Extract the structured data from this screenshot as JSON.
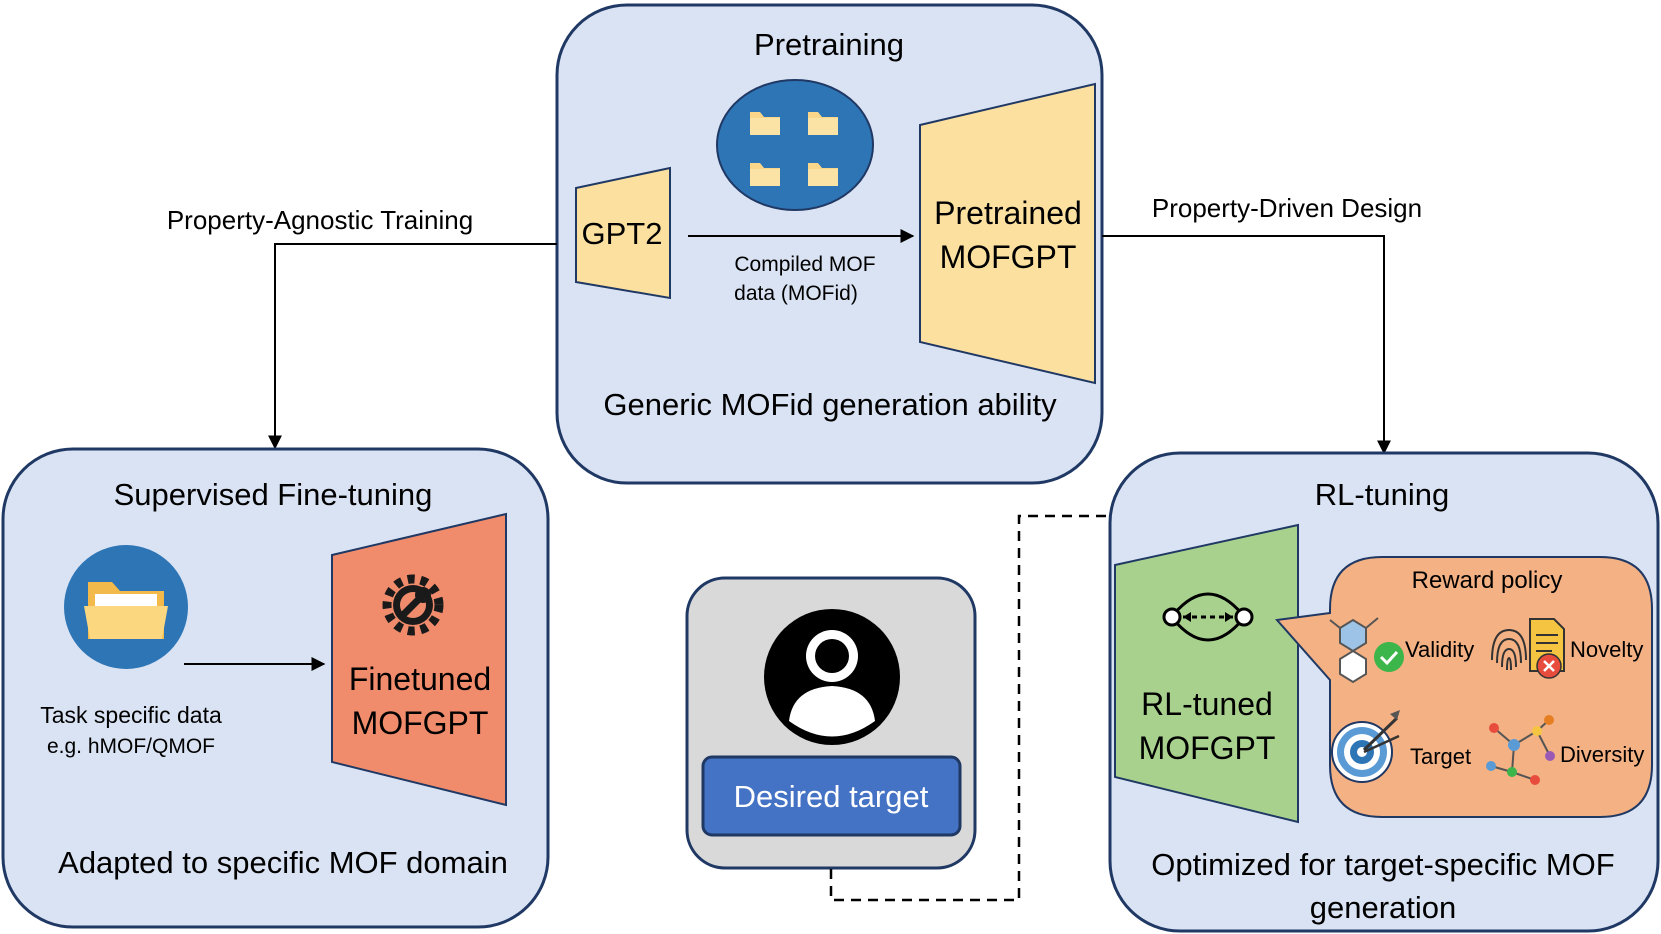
{
  "pretraining": {
    "title": "Pretraining",
    "model_in": "GPT2",
    "arrow_label_1": "Compiled MOF",
    "arrow_label_2": "data (MOFid)",
    "model_out_1": "Pretrained",
    "model_out_2": "MOFGPT",
    "caption": "Generic MOFid generation ability"
  },
  "flows": {
    "left_label": "Property-Agnostic Training",
    "right_label": "Property-Driven Design"
  },
  "finetuning": {
    "title": "Supervised Fine-tuning",
    "data_label": "Task specific data",
    "data_example": "e.g. hMOF/QMOF",
    "model_1": "Finetuned",
    "model_2": "MOFGPT",
    "caption": "Adapted to specific MOF domain"
  },
  "user": {
    "target_label": "Desired target"
  },
  "rl": {
    "title": "RL-tuning",
    "model_1": "RL-tuned",
    "model_2": "MOFGPT",
    "reward_title": "Reward policy",
    "rewards": [
      "Validity",
      "Novelty",
      "Target",
      "Diversity"
    ],
    "caption_1": "Optimized for target-specific MOF",
    "caption_2": "generation"
  },
  "colors": {
    "panel_fill": "#dae3f3",
    "panel_stroke": "#1f3864",
    "gpt_yellow": "#fbe0a0",
    "finetuned_orange": "#f08c6c",
    "rl_green": "#a9d18e",
    "reward_fill": "#f4b183",
    "circle_blue": "#2e75b6",
    "button_blue": "#4472c4",
    "user_box": "#d9d9d9"
  }
}
